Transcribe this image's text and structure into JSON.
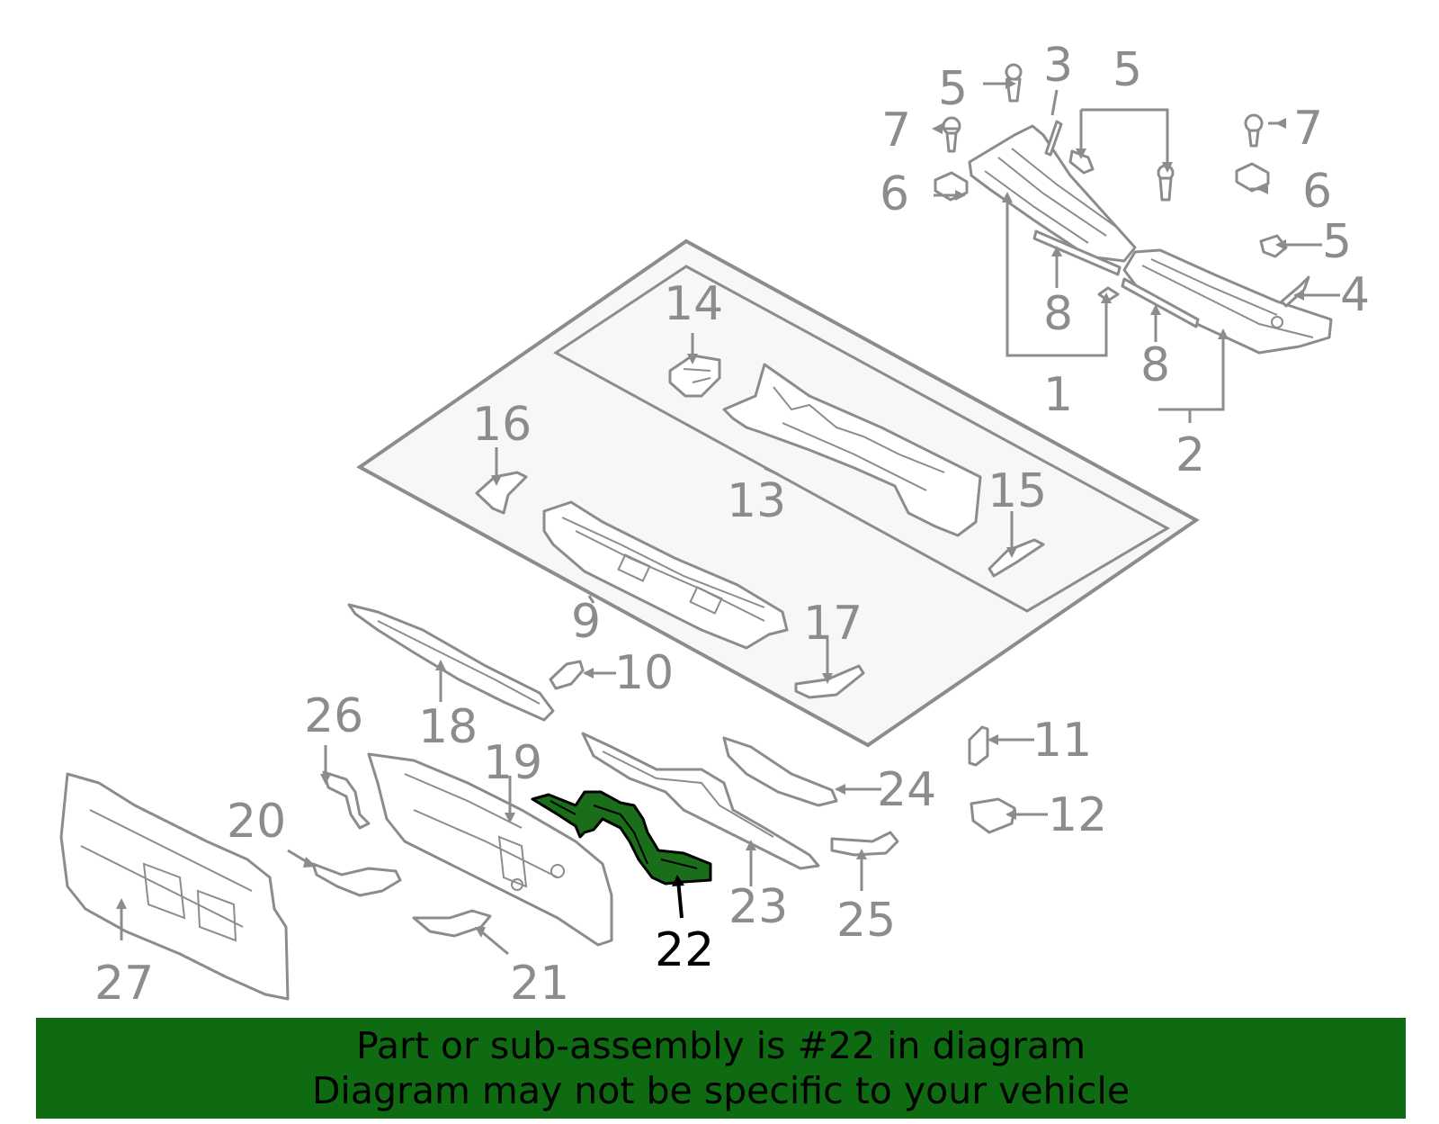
{
  "colors": {
    "highlight_part": "#1a6e1a",
    "line_gray": "#8c8c8c",
    "banner_background": "#0f6b12",
    "banner_text": "#000000"
  },
  "callouts": {
    "n1": "1",
    "n2": "2",
    "n3": "3",
    "n4": "4",
    "n5a": "5",
    "n5b": "5",
    "n5c": "5",
    "n6a": "6",
    "n6b": "6",
    "n7a": "7",
    "n7b": "7",
    "n8a": "8",
    "n8b": "8",
    "n9": "9",
    "n10": "10",
    "n11": "11",
    "n12": "12",
    "n13": "13",
    "n14": "14",
    "n15": "15",
    "n16": "16",
    "n17": "17",
    "n18": "18",
    "n19": "19",
    "n20": "20",
    "n21": "21",
    "n22": "22",
    "n23": "23",
    "n24": "24",
    "n25": "25",
    "n26": "26",
    "n27": "27"
  },
  "highlighted_part": "22",
  "banner": {
    "line1": "Part or sub-assembly is #22 in diagram",
    "line2": "Diagram may not be specific to your vehicle"
  }
}
